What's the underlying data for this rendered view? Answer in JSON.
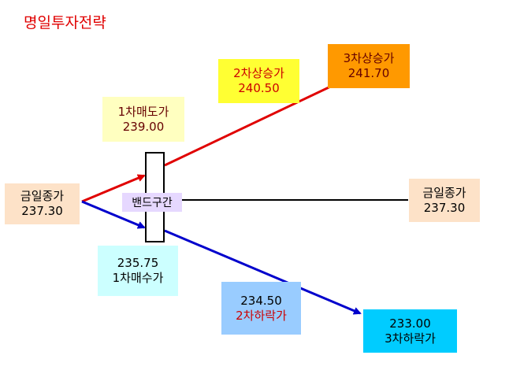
{
  "title": "명일투자전략",
  "band": {
    "label": "밴드구간"
  },
  "boxes": {
    "today_close_left": {
      "label": "금일종가",
      "value": "237.30"
    },
    "sell1": {
      "label": "1차매도가",
      "value": "239.00"
    },
    "rise2": {
      "label": "2차상승가",
      "value": "240.50"
    },
    "rise3": {
      "label": "3차상승가",
      "value": "241.70"
    },
    "today_close_right": {
      "label": "금일종가",
      "value": "237.30"
    },
    "buy1": {
      "value": "235.75",
      "label": "1차매수가"
    },
    "fall2": {
      "value": "234.50",
      "label": "2차하락가"
    },
    "fall3": {
      "value": "233.00",
      "label": "3차하락가"
    }
  },
  "colors": {
    "title": "#e00000",
    "up_arrow": "#e00000",
    "down_arrow": "#0000cc",
    "flat_line": "#000000",
    "close_box": "#fde2c8",
    "sell1_box": "#ffffc0",
    "rise2_box": "#ffff33",
    "rise3_box": "#ff9900",
    "buy1_box": "#ccffff",
    "fall2_box": "#99ccff",
    "fall3_box": "#00ccff",
    "band_label_bg": "#e6d8ff",
    "value_red": "#cc0000",
    "label_dark": "#660000"
  }
}
